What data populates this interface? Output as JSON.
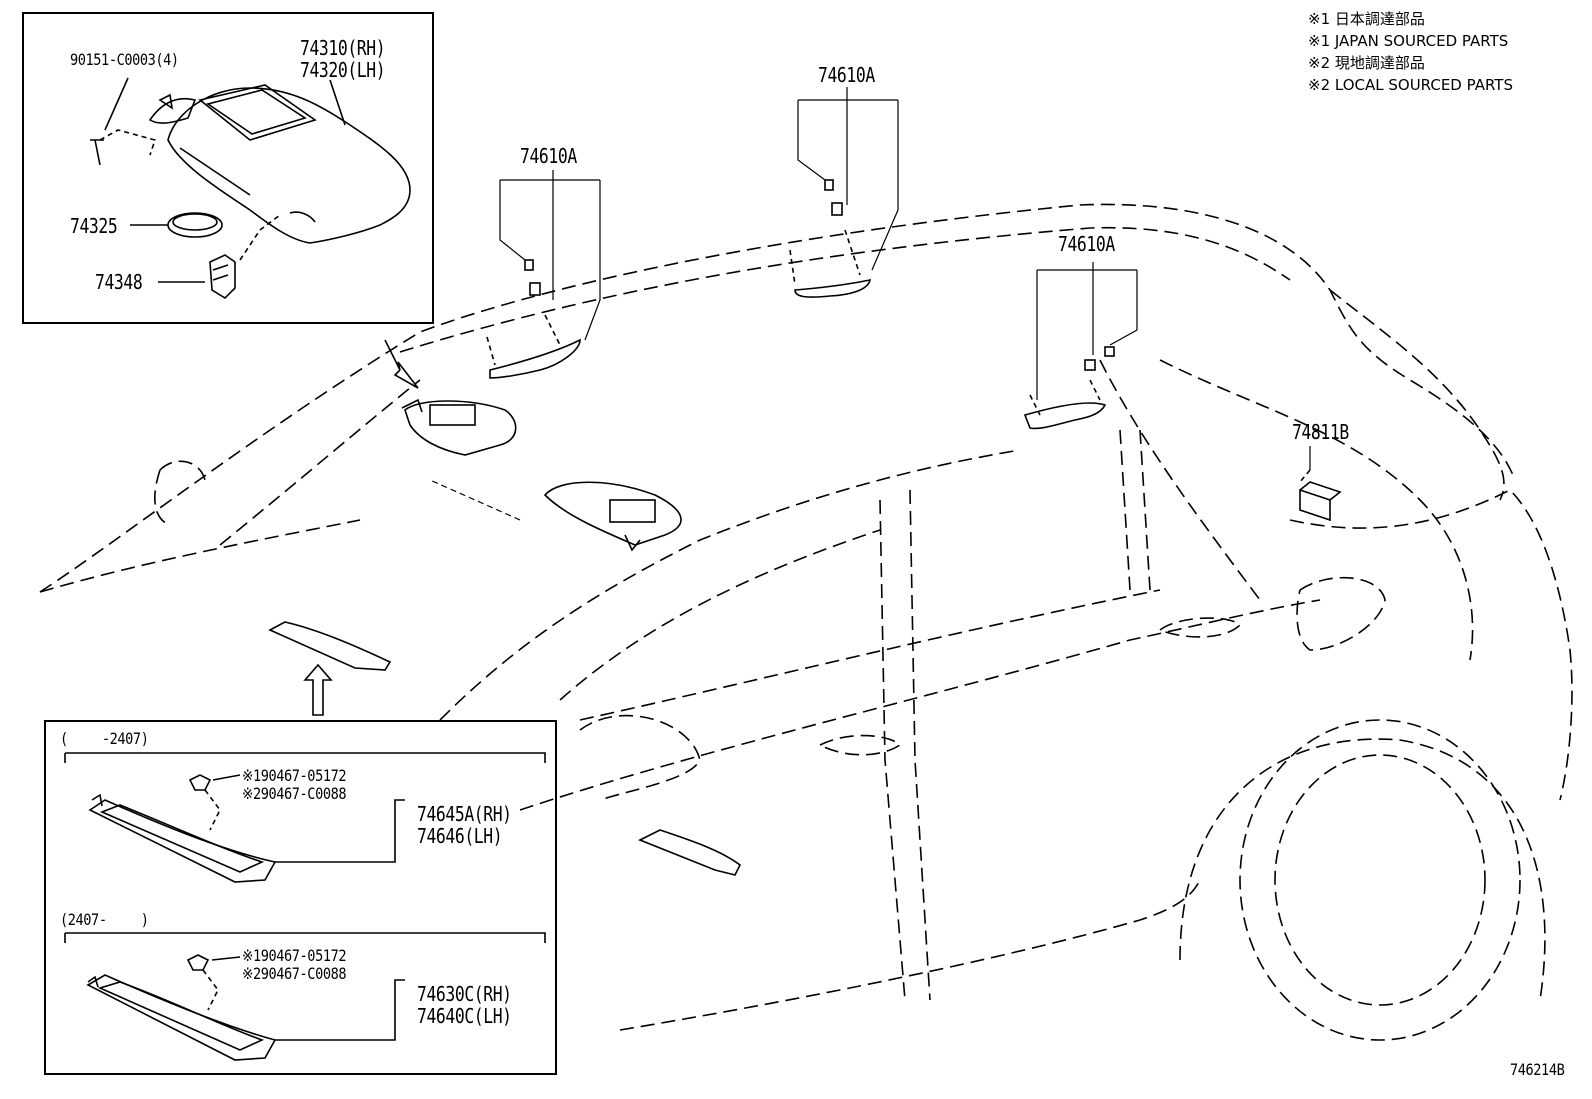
{
  "notes": {
    "n1_jp": "※1 日本調達部品",
    "n1_en": "※1 JAPAN SOURCED PARTS",
    "n2_jp": "※2 現地調達部品",
    "n2_en": "※2 LOCAL SOURCED PARTS"
  },
  "visor_box": {
    "screw": "90151-C0003(4)",
    "visor_rh": "74310(RH)",
    "visor_lh": "74320(LH)",
    "mirror_cover": "74325",
    "holder": "74348"
  },
  "assist_grips": {
    "front": "74610A",
    "center": "74610A",
    "rear": "74610A"
  },
  "rear_part": "74811B",
  "lower_box": {
    "period_a": "(　　 -2407)",
    "period_b": "(2407-　　 )",
    "clip_a1": "※190467-05172",
    "clip_a2": "※290467-C0088",
    "part_a_rh": "74645A(RH)",
    "part_a_lh": "74646(LH)",
    "clip_b1": "※190467-05172",
    "clip_b2": "※290467-C0088",
    "part_b_rh": "74630C(RH)",
    "part_b_lh": "74640C(LH)"
  },
  "figure_id": "746214B"
}
